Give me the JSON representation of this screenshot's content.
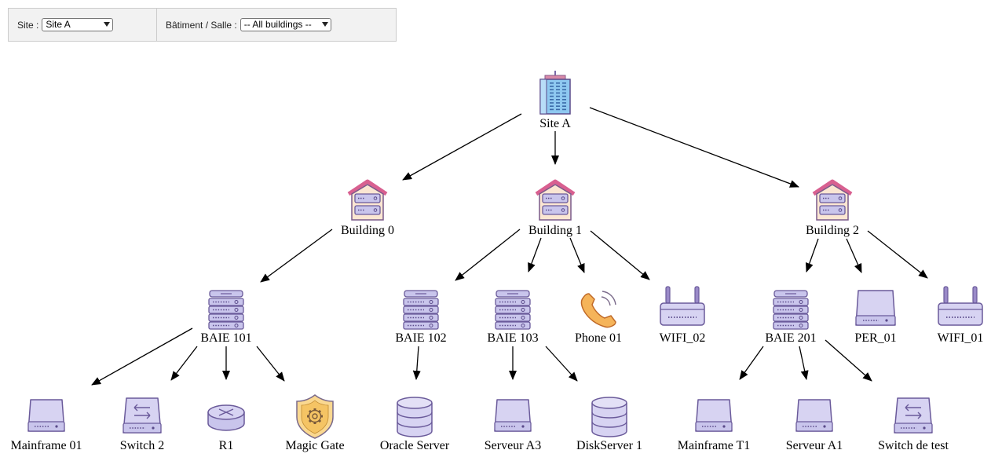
{
  "filters": {
    "site_label": "Site :",
    "site_value": "Site A",
    "building_label": "Bâtiment / Salle :",
    "building_value": "-- All buildings --"
  },
  "graph": {
    "nodes": [
      {
        "id": "site-a",
        "label": "Site A",
        "icon": "office-building-icon"
      },
      {
        "id": "building-0",
        "label": "Building 0",
        "icon": "server-house-icon"
      },
      {
        "id": "building-1",
        "label": "Building 1",
        "icon": "server-house-icon"
      },
      {
        "id": "building-2",
        "label": "Building 2",
        "icon": "server-house-icon"
      },
      {
        "id": "baie-101",
        "label": "BAIE 101",
        "icon": "server-rack-icon"
      },
      {
        "id": "baie-102",
        "label": "BAIE 102",
        "icon": "server-rack-icon"
      },
      {
        "id": "baie-103",
        "label": "BAIE 103",
        "icon": "server-rack-icon"
      },
      {
        "id": "phone-01",
        "label": "Phone 01",
        "icon": "phone-icon"
      },
      {
        "id": "wifi-02",
        "label": "WIFI_02",
        "icon": "wifi-router-icon"
      },
      {
        "id": "baie-201",
        "label": "BAIE 201",
        "icon": "server-rack-icon"
      },
      {
        "id": "per-01",
        "label": "PER_01",
        "icon": "peripheral-icon"
      },
      {
        "id": "wifi-01",
        "label": "WIFI_01",
        "icon": "wifi-router-icon"
      },
      {
        "id": "mainframe-01",
        "label": "Mainframe 01",
        "icon": "mainframe-icon"
      },
      {
        "id": "switch-2",
        "label": "Switch 2",
        "icon": "network-switch-icon"
      },
      {
        "id": "r1",
        "label": "R1",
        "icon": "router-icon"
      },
      {
        "id": "magic-gate",
        "label": "Magic Gate",
        "icon": "security-gateway-icon"
      },
      {
        "id": "oracle-server",
        "label": "Oracle Server",
        "icon": "database-icon"
      },
      {
        "id": "serveur-a3",
        "label": "Serveur A3",
        "icon": "mainframe-icon"
      },
      {
        "id": "diskserver-1",
        "label": "DiskServer 1",
        "icon": "database-icon"
      },
      {
        "id": "mainframe-t1",
        "label": "Mainframe T1",
        "icon": "mainframe-icon"
      },
      {
        "id": "serveur-a1",
        "label": "Serveur A1",
        "icon": "mainframe-icon"
      },
      {
        "id": "switch-de-test",
        "label": "Switch de test",
        "icon": "network-switch-icon"
      }
    ],
    "edges": [
      [
        "site-a",
        "building-0"
      ],
      [
        "site-a",
        "building-1"
      ],
      [
        "site-a",
        "building-2"
      ],
      [
        "building-0",
        "baie-101"
      ],
      [
        "building-1",
        "baie-102"
      ],
      [
        "building-1",
        "baie-103"
      ],
      [
        "building-1",
        "phone-01"
      ],
      [
        "building-1",
        "wifi-02"
      ],
      [
        "building-2",
        "baie-201"
      ],
      [
        "building-2",
        "per-01"
      ],
      [
        "building-2",
        "wifi-01"
      ],
      [
        "baie-101",
        "mainframe-01"
      ],
      [
        "baie-101",
        "switch-2"
      ],
      [
        "baie-101",
        "r1"
      ],
      [
        "baie-101",
        "magic-gate"
      ],
      [
        "baie-102",
        "oracle-server"
      ],
      [
        "baie-103",
        "serveur-a3"
      ],
      [
        "baie-103",
        "diskserver-1"
      ],
      [
        "baie-201",
        "mainframe-t1"
      ],
      [
        "baie-201",
        "serveur-a1"
      ],
      [
        "baie-201",
        "switch-de-test"
      ]
    ]
  }
}
